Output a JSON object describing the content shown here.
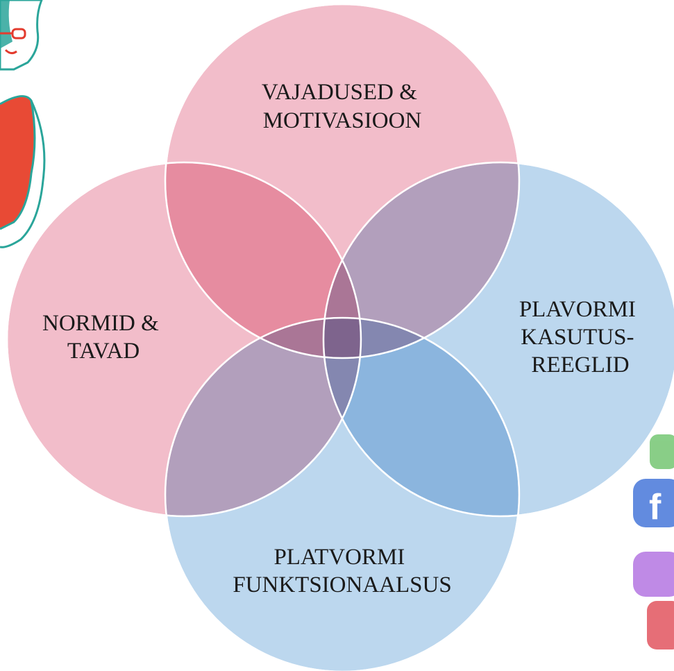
{
  "diagram": {
    "type": "venn",
    "circles": [
      {
        "id": "needs",
        "lines": [
          "VAJADUSED &",
          "MOTIVASIOON"
        ],
        "color": "#e8879e"
      },
      {
        "id": "norms",
        "lines": [
          "NORMID &",
          "TAVAD"
        ],
        "color": "#e8879e"
      },
      {
        "id": "rules",
        "lines": [
          "PLAVORMI",
          "KASUTUS-",
          "REEGLID"
        ],
        "color": "#8fbde2"
      },
      {
        "id": "functionality",
        "lines": [
          "PLATVORMI",
          "FUNKTSIONAALSUS"
        ],
        "color": "#8fbde2"
      }
    ],
    "decorations": [
      "illustrated-person",
      "social-media-app-icons"
    ]
  }
}
